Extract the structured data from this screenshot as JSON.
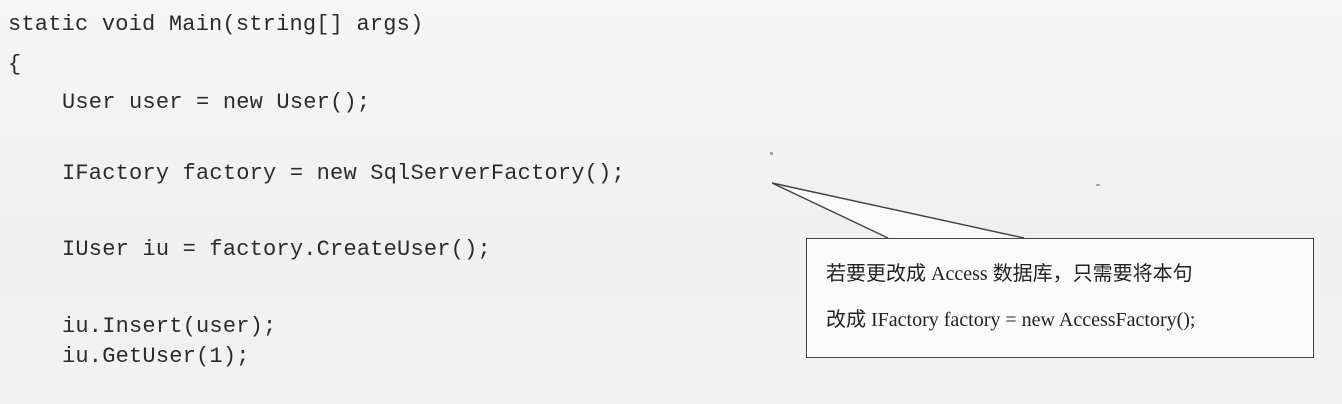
{
  "code": {
    "lines": [
      "static void Main(string[] args)",
      "{",
      "User user = new User();",
      "IFactory factory = new SqlServerFactory();",
      "IUser iu = factory.CreateUser();",
      "iu.Insert(user);",
      "iu.GetUser(1);"
    ]
  },
  "callout": {
    "line1": "若要更改成 Access 数据库，只需要将本句",
    "line2": "改成 IFactory factory = new AccessFactory();"
  }
}
